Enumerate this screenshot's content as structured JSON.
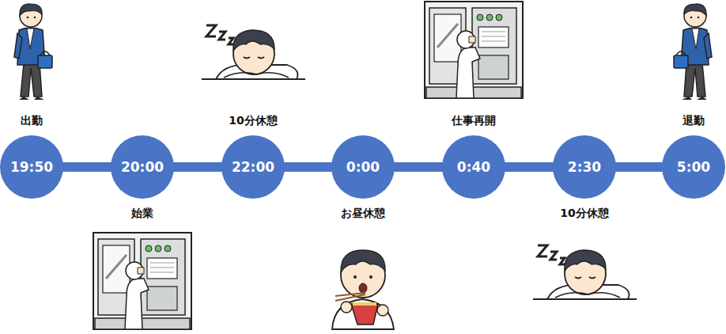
{
  "diagram": {
    "nodes": [
      {
        "text": [
          "19:50",
          "出勤"
        ]
      },
      {
        "text": [
          "20:00",
          "始業"
        ]
      },
      {
        "text": [
          "22:00",
          "10分休憩"
        ]
      },
      {
        "text": [
          "0:00",
          "お昼休憩"
        ]
      },
      {
        "text": [
          "0:40",
          "仕事再開"
        ]
      },
      {
        "text": [
          "2:30",
          "10分休憩"
        ]
      },
      {
        "text": [
          "5:00",
          "退勤"
        ]
      }
    ],
    "edges": [
      {
        "from": 0,
        "to": 1,
        "arrow": "none"
      },
      {
        "from": 1,
        "to": 2,
        "arrow": "none"
      },
      {
        "from": 2,
        "to": 3,
        "arrow": "none"
      },
      {
        "from": 3,
        "to": 4,
        "arrow": "none"
      },
      {
        "from": 4,
        "to": 5,
        "arrow": "none"
      },
      {
        "from": 5,
        "to": 6,
        "arrow": "none"
      }
    ]
  }
}
